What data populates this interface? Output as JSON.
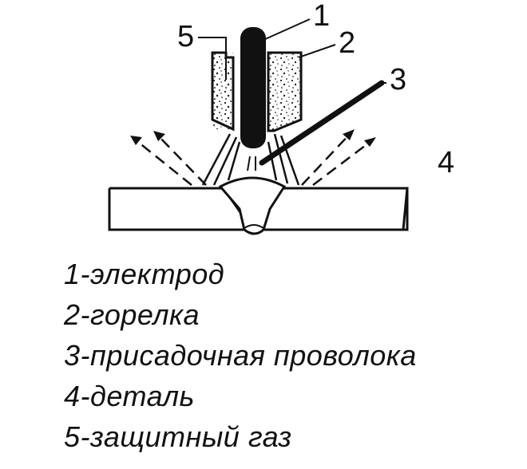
{
  "diagram": {
    "callouts": {
      "electrode": "1",
      "torch": "2",
      "filler_wire": "3",
      "workpiece": "4",
      "shielding_gas": "5"
    }
  },
  "legend": [
    "1-электрод",
    "2-горелка",
    "3-присадочная проволока",
    "4-деталь",
    "5-защитный газ"
  ]
}
